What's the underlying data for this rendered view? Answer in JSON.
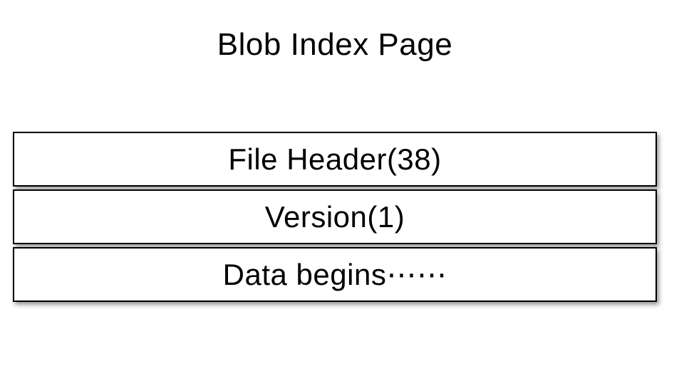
{
  "title": "Blob Index Page",
  "diagram": {
    "rows": [
      {
        "label": "File Header(38)"
      },
      {
        "label": "Version(1)"
      },
      {
        "label": "Data begins⋯⋯"
      }
    ]
  },
  "colors": {
    "background": "#ffffff",
    "border": "#000000",
    "text": "#000000"
  }
}
